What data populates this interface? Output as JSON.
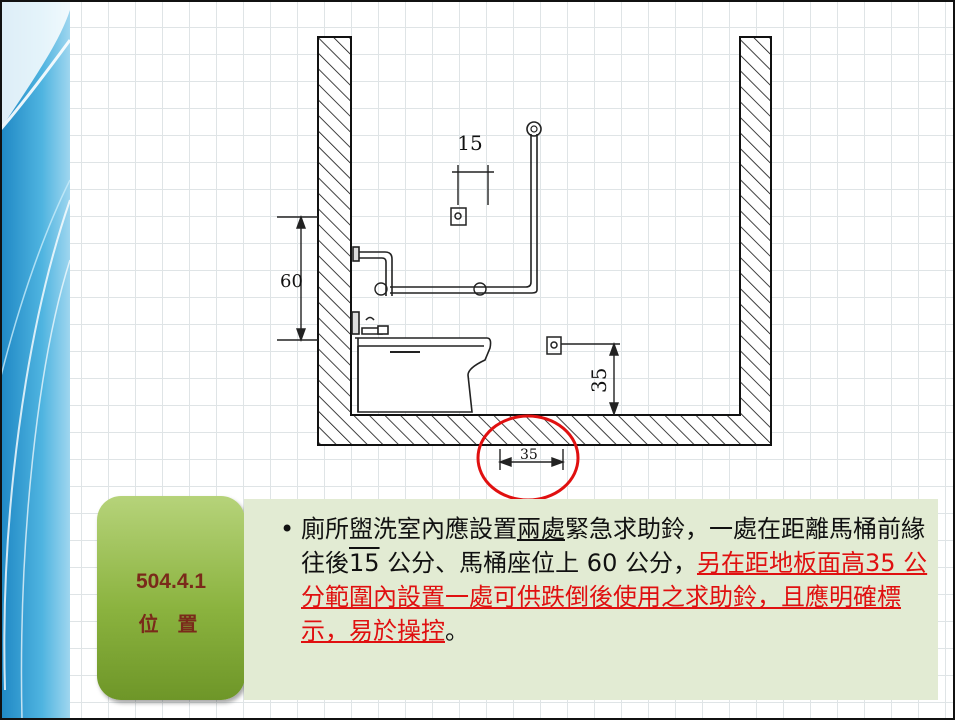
{
  "diagram": {
    "dim_grab_gap": "15",
    "dim_grab_height": "60",
    "dim_low_bell_height": "35",
    "dim_floor_offset": "35"
  },
  "label": {
    "code": "504.4.1",
    "title": "位 置"
  },
  "description": {
    "bullet": "•",
    "part1": "廁所盥洗室內應設置",
    "part2_underlined": "兩處",
    "part3": "緊急求助鈴，一處在距離馬桶前緣往後",
    "part4_overlined": "15",
    "part5": " 公分、馬桶座位上 60 公分，",
    "part6_red": "另在距地板面高35 公分範圍內設置一處可供跌倒後使用之求助鈴，且應明確標示，易於操控",
    "part7": "。"
  },
  "colors": {
    "label_green": "#8bb33f",
    "label_text": "#7a2a1a",
    "text_box_bg": "#e2ebd3",
    "highlight_red": "#e01010",
    "band_blue": "#3a9fd0"
  }
}
